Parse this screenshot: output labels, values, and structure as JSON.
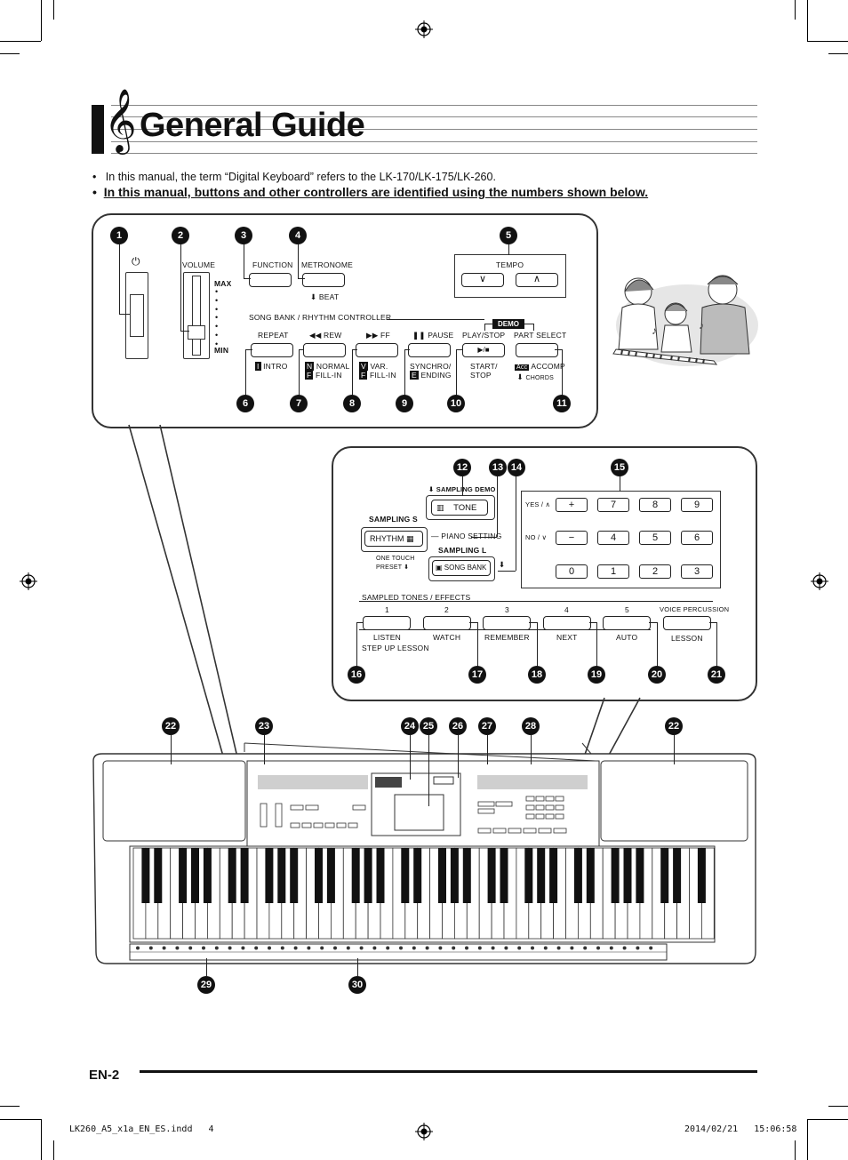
{
  "title": "General Guide",
  "bullets": [
    "In this manual, the term “Digital Keyboard” refers to the LK-170/LK-175/LK-260.",
    "In this manual, buttons and other controllers are identified using the numbers shown below."
  ],
  "panel1": {
    "numbers": [
      "1",
      "2",
      "3",
      "4",
      "5",
      "6",
      "7",
      "8",
      "9",
      "10",
      "11"
    ],
    "power_symbol": "⏻",
    "volume": "VOLUME",
    "max": "MAX",
    "min": "MIN",
    "function": "FUNCTION",
    "metronome": "METRONOME",
    "beat": "BEAT",
    "tempo": "TEMPO",
    "songbank": "SONG BANK / RHYTHM CONTROLLER",
    "demo": "DEMO",
    "top_labels": [
      "REPEAT",
      "REW",
      "FF",
      "PAUSE",
      "PLAY/STOP",
      "PART SELECT"
    ],
    "play_symbol": "▶/■",
    "bottom_labels": [
      "INTRO",
      "NORMAL",
      "FILL-IN",
      "VAR.",
      "FILL-IN",
      "SYNCHRO/",
      "ENDING",
      "START/",
      "STOP",
      "ACCOMP",
      "CHORDS"
    ],
    "badges": [
      "I",
      "N",
      "F",
      "V",
      "F",
      "E",
      "Acc"
    ]
  },
  "panel2": {
    "numbers": [
      "12",
      "13",
      "14",
      "15",
      "16",
      "17",
      "18",
      "19",
      "20",
      "21"
    ],
    "sampling_demo": "SAMPLING DEMO",
    "tone": "TONE",
    "piano_setting": "PIANO SETTING",
    "sampling_s": "SAMPLING S",
    "sampling_l": "SAMPLING L",
    "rhythm": "RHYTHM",
    "one_touch": "ONE TOUCH",
    "preset": "PRESET",
    "song_bank": "SONG BANK",
    "yes": "YES /",
    "no": "NO /",
    "keypad": [
      [
        "+",
        "7",
        "8",
        "9"
      ],
      [
        "−",
        "4",
        "5",
        "6"
      ],
      [
        "0",
        "1",
        "2",
        "3"
      ]
    ],
    "sampled": "SAMPLED TONES / EFFECTS",
    "slot_numbers": [
      "1",
      "2",
      "3",
      "4",
      "5"
    ],
    "voice_perc": "VOICE PERCUSSION",
    "lower_labels": [
      "LISTEN",
      "WATCH",
      "REMEMBER",
      "NEXT",
      "AUTO",
      "LESSON"
    ],
    "step_up": "STEP UP LESSON"
  },
  "keyboard": {
    "numbers": [
      "22",
      "23",
      "24",
      "25",
      "26",
      "27",
      "28",
      "22",
      "29",
      "30"
    ]
  },
  "footer": {
    "page": "EN-2",
    "file": "LK260_A5_x1a_EN_ES.indd   4",
    "date": "2014/02/21   15:06:58"
  }
}
